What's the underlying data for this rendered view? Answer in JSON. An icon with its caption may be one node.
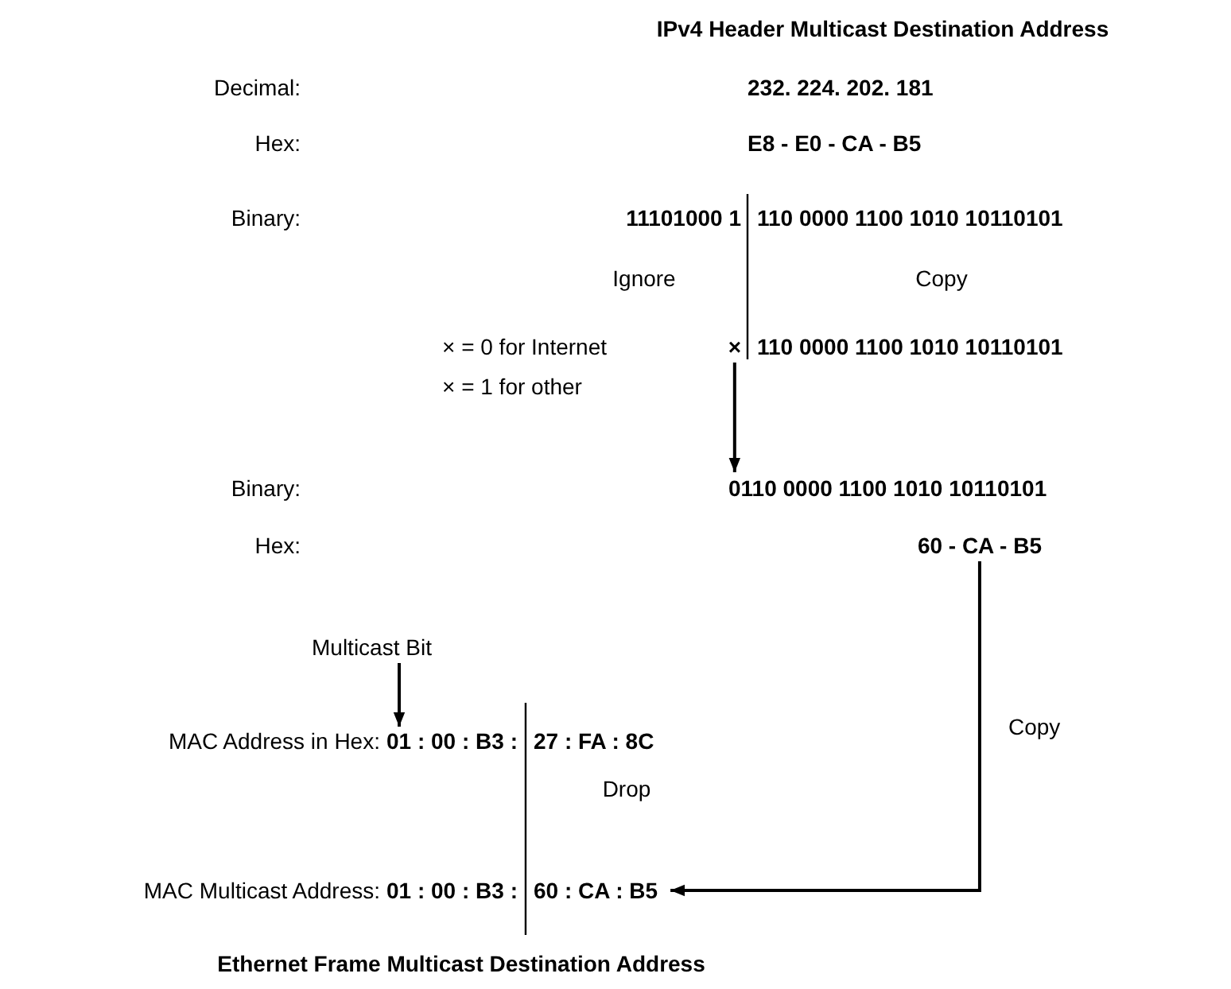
{
  "diagram": {
    "title": "IPv4 Header Multicast Destination Address",
    "caption": "Ethernet Frame Multicast Destination Address",
    "nodes": [
      {
        "text": [
          "×"
        ]
      },
      {
        "text": [
          "0110 0000 1100 1010 10110101"
        ]
      },
      {
        "text": [
          "60 - CA - B5"
        ]
      },
      {
        "text": [
          "01 : 00 : B3 :",
          "60 : CA : B5"
        ]
      },
      {
        "text": [
          "Multicast Bit"
        ]
      },
      {
        "text": [
          "01 : 00 : B3 :",
          "27 : FA : 8C"
        ]
      }
    ],
    "edges": [
      {
        "from": 0,
        "to": 1,
        "arrow": "to"
      },
      {
        "from": 2,
        "to": 3,
        "arrow": "to",
        "label": "Copy"
      },
      {
        "from": 4,
        "to": 5,
        "arrow": "to"
      }
    ],
    "labels": [
      "Decimal:",
      "232. 224. 202. 181",
      "Hex:",
      "E8 - E0 - CA - B5",
      "Binary:",
      "11101000 1",
      "110 0000 1100 1010 10110101",
      "Ignore",
      "Copy",
      "× = 0 for Internet",
      "110 0000 1100 1010 10110101",
      "× = 1 for other",
      "Binary:",
      "Hex:",
      "MAC Address in Hex:",
      "Drop",
      "MAC Multicast Address:"
    ]
  }
}
